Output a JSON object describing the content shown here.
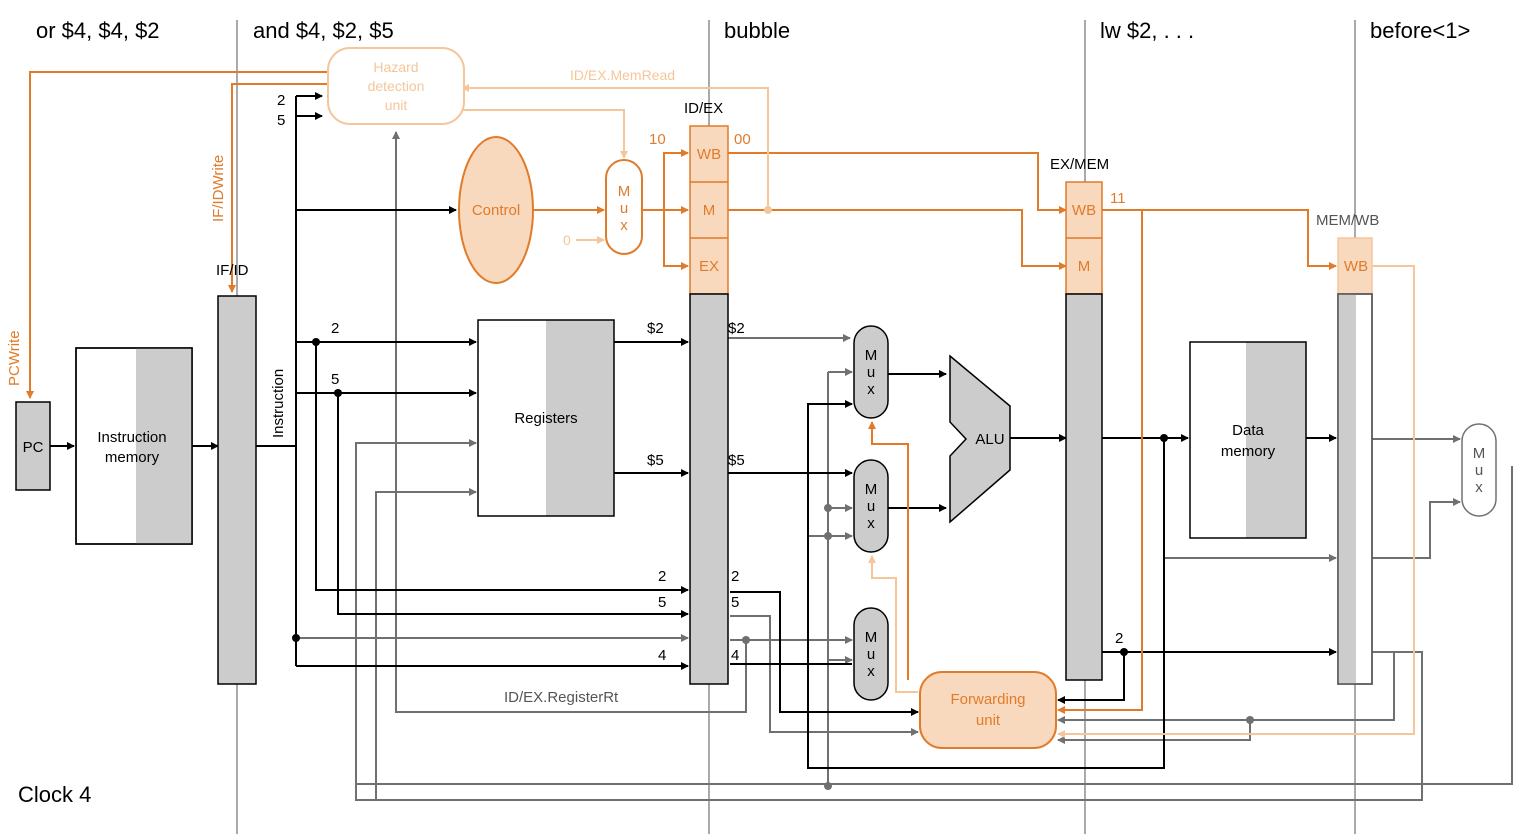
{
  "stages": {
    "if": "or $4, $4, $2",
    "id": "and $4, $2, $5",
    "ex": "bubble",
    "mem": "lw $2, . . .",
    "wb": "before<1>"
  },
  "clock": "Clock 4",
  "blocks": {
    "pc": "PC",
    "instr_mem_line1": "Instruction",
    "instr_mem_line2": "memory",
    "registers": "Registers",
    "data_mem_line1": "Data",
    "data_mem_line2": "memory",
    "alu": "ALU",
    "control": "Control",
    "hazard_line1": "Hazard",
    "hazard_line2": "detection",
    "hazard_line3": "unit",
    "forward_line1": "Forwarding",
    "forward_line2": "unit",
    "mux_m": "M",
    "mux_u": "u",
    "mux_x": "x"
  },
  "pipeline_regs": {
    "if_id": "IF/ID",
    "id_ex": "ID/EX",
    "ex_mem": "EX/MEM",
    "mem_wb": "MEM/WB",
    "wb": "WB",
    "m": "M",
    "ex": "EX"
  },
  "signals": {
    "pcwrite": "PCWrite",
    "ifidwrite": "IF/IDWrite",
    "idex_memread": "ID/EX.MemRead",
    "idex_registerrt": "ID/EX.RegisterRt",
    "instruction": "Instruction",
    "ctrl_10": "10",
    "ctrl_00": "00",
    "ctrl_11": "11",
    "zero": "0"
  },
  "values": {
    "hz_2": "2",
    "hz_5": "5",
    "rs_2": "2",
    "rt_5": "5",
    "rd1_in": "$2",
    "rd1_out": "$2",
    "rd2_in": "$5",
    "rd2_out": "$5",
    "rs_in": "2",
    "rs_out": "2",
    "rt_in": "5",
    "rt_out": "5",
    "rd_in": "4",
    "rd_out": "4",
    "exmem_rd": "2"
  },
  "colors": {
    "orange": "#e07b2a",
    "light_orange": "#f5c69a",
    "fill_orange": "#f9d9bd",
    "gray_fill": "#cccccc",
    "gray_wire": "#707070"
  }
}
